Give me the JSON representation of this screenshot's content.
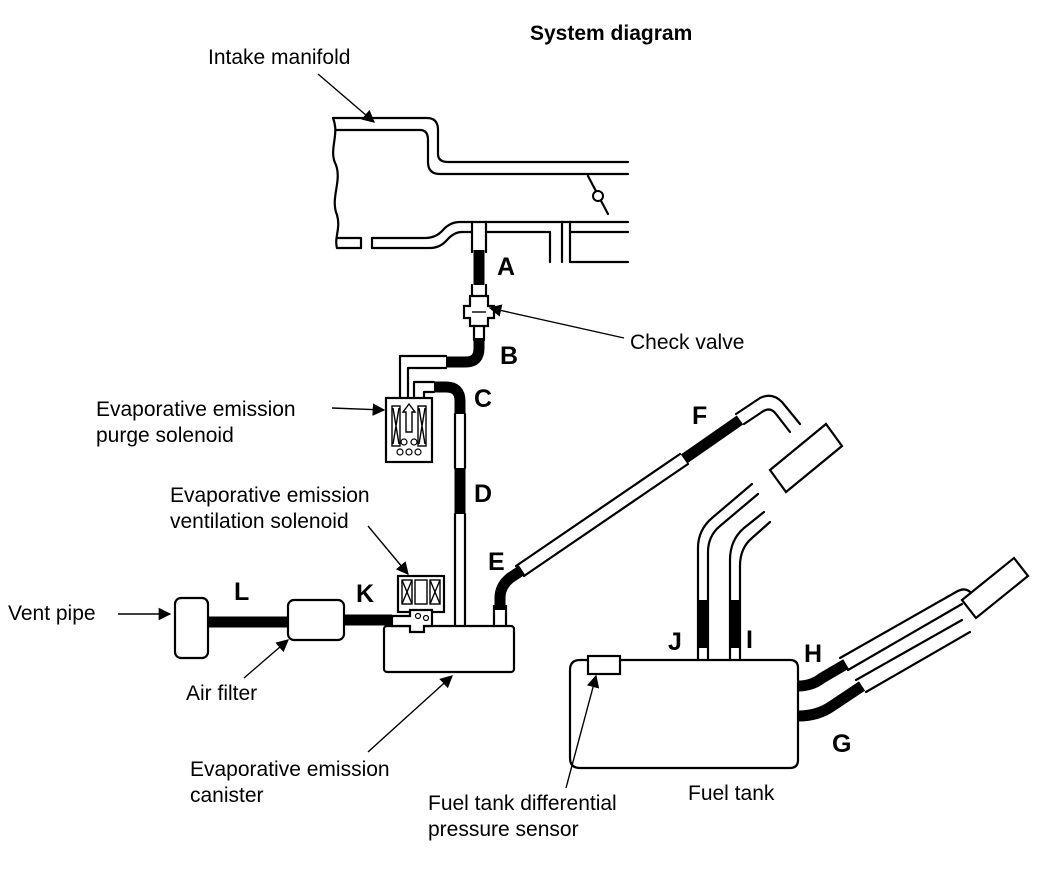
{
  "title": "System diagram",
  "labels": {
    "intake_manifold": "Intake manifold",
    "check_valve": "Check valve",
    "purge_solenoid_line1": "Evaporative emission",
    "purge_solenoid_line2": "purge solenoid",
    "vent_solenoid_line1": "Evaporative emission",
    "vent_solenoid_line2": "ventilation solenoid",
    "vent_pipe": "Vent pipe",
    "air_filter": "Air filter",
    "canister_line1": "Evaporative emission",
    "canister_line2": "canister",
    "pressure_sensor_line1": "Fuel tank differential",
    "pressure_sensor_line2": "pressure sensor",
    "fuel_tank": "Fuel tank"
  },
  "hose_letters": {
    "A": "A",
    "B": "B",
    "C": "C",
    "D": "D",
    "E": "E",
    "F": "F",
    "G": "G",
    "H": "H",
    "I": "I",
    "J": "J",
    "K": "K",
    "L": "L"
  }
}
